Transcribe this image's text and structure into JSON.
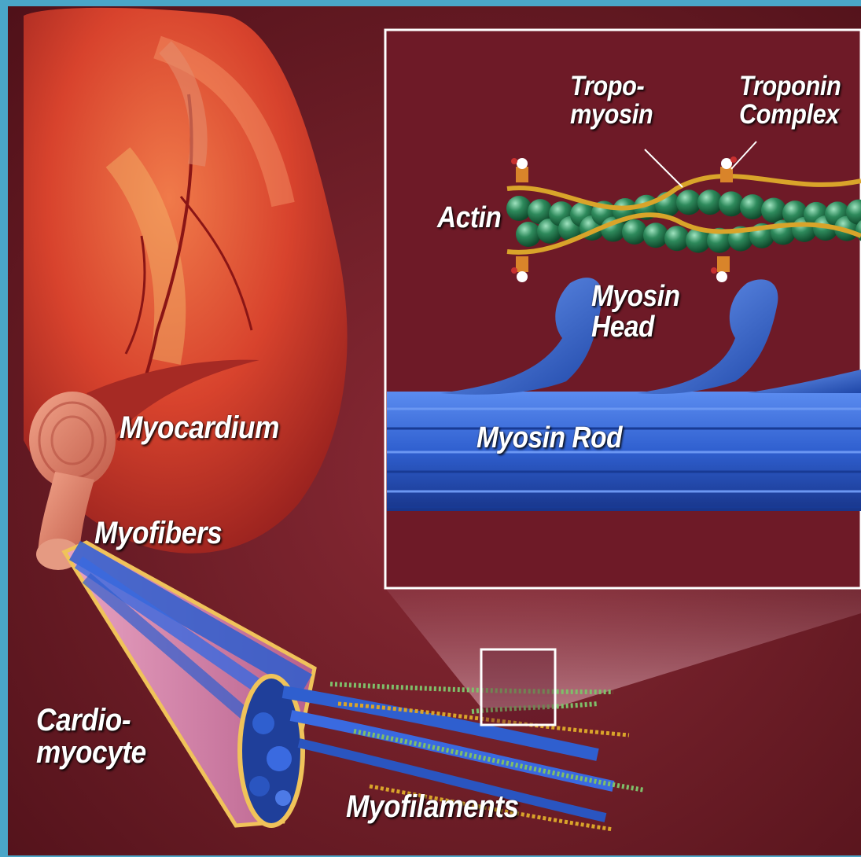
{
  "labels": {
    "tropomyosin": "Tropo-\nmyosin",
    "troponin": "Troponin\nComplex",
    "actin": "Actin",
    "myosin_head": "Myosin\nHead",
    "myosin_rod": "Myosin Rod",
    "myocardium": "Myocardium",
    "myofibers": "Myofibers",
    "cardiomyocyte": "Cardio-\nmyocyte",
    "myofilaments": "Myofilaments"
  },
  "colors": {
    "background": "#6b1a24",
    "frame": "#4aa6c8",
    "heart": "#d8432d",
    "actin": "#2e8a5c",
    "tropomyosin": "#d9a42a",
    "myosin": "#2f5fcf",
    "inset_border": "#ffffff"
  },
  "icons": {
    "heart": "heart-illustration",
    "actin": "actin-filament",
    "myosin": "myosin-filament"
  }
}
